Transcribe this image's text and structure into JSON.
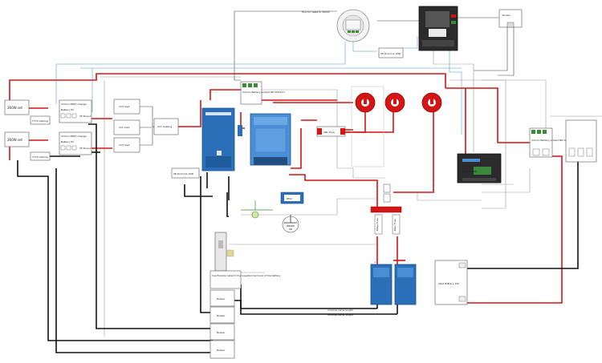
{
  "colors": {
    "positive_wire": "#d41515",
    "negative_wire": "#111111",
    "victron_blue": "#2a6fb8",
    "fuse_red": "#d41515",
    "comm_wire": "#7fb6d8"
  },
  "labels": {
    "top_wire_note": "Fine for cable to 30mm",
    "ve_direct_usb": "VE.Direct to USB",
    "router": "Router",
    "panel_left_1": "360W set",
    "panel_left_2": "360W set",
    "breaker_1": "T7Y4 Cabling",
    "breaker_2": "T7Y4 Cabling",
    "mppt_1": "Victron MPPT Charger",
    "mppt_2": "Victron MPPT Charger",
    "mppt_battery_pv": "Battery   PV",
    "mppt_vedirect": "VE.Direct",
    "light_1": "12V load",
    "light_2": "12V load",
    "light_3": "12V load",
    "cabling_mid": "12V Cabling",
    "smart_shunt_top": "Victron Battery protect BP-100/12V",
    "ve_direct_usb_2": "VE.Direct to USB",
    "bmv": "BMV",
    "anl_fuse": "ANL Fuse",
    "mega_fuse": "Mega Fuse",
    "main_fuse": "Main Fuse",
    "busbar_1": "Busbar",
    "busbar_2": "Busbar",
    "busbar_3": "Busbar",
    "busbar_4": "Busbar",
    "shunt_note": "Use flexible cable to the negative terminal of the battery",
    "cable_note_1": "minimal same length",
    "cable_note_2": "minimal same length",
    "battery_right": "Start Battery 12V",
    "battery_protect_right": "Victron Battery protect BP-100/12V",
    "bms_label": "VE.Bus BMS",
    "batt_plus": "+",
    "batt_minus": "-"
  }
}
